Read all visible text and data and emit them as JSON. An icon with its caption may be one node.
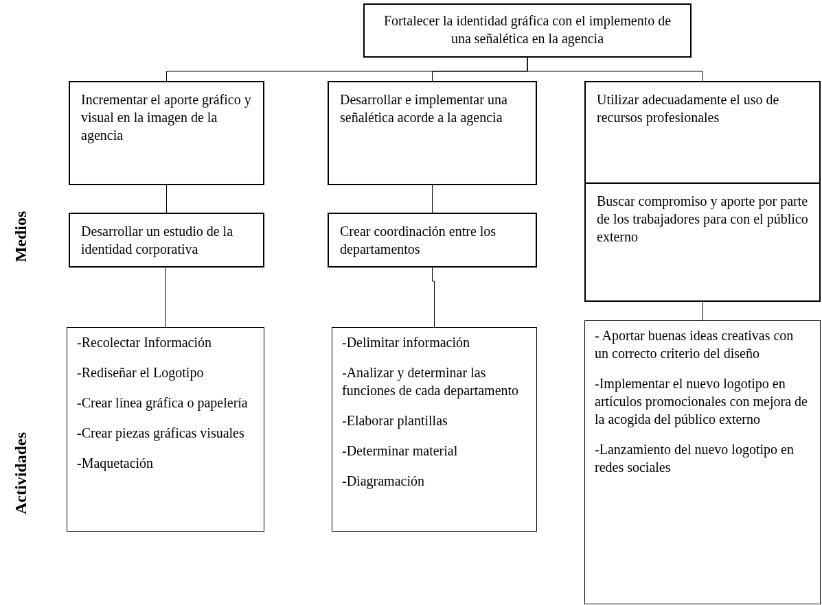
{
  "diagram": {
    "nodes": [
      {
        "text": [
          "Fortalecer la identidad gráfica con el implemento de una señalética en la agencia"
        ]
      },
      {
        "text": [
          "Incrementar el aporte gráfico y visual en la imagen de la agencia"
        ]
      },
      {
        "text": [
          "Desarrollar e implementar una señalética acorde a la agencia"
        ]
      },
      {
        "text": [
          "Utilizar adecuadamente el uso de recursos profesionales"
        ]
      },
      {
        "text": [
          "Desarrollar un estudio de la identidad corporativa"
        ]
      },
      {
        "text": [
          "Crear coordinación entre los departamentos"
        ]
      },
      {
        "text": [
          "Buscar compromiso y aporte por parte de los trabajadores para con el público externo"
        ]
      },
      {
        "text": [
          "-Recolectar Información",
          "-Rediseñar el Logotipo",
          "-Crear línea gráfica o papelería",
          "-Crear piezas gráficas visuales",
          "-Maquetación"
        ]
      },
      {
        "text": [
          "-Delimitar información",
          "-Analizar y determinar las funciones de cada departamento",
          "-Elaborar plantillas",
          "-Determinar material",
          "-Diagramación"
        ]
      },
      {
        "text": [
          "- Aportar buenas ideas creativas con un correcto criterio del diseño",
          "-Implementar el nuevo logotipo en artículos promocionales con mejora de la acogida del público externo",
          "-Lanzamiento del nuevo logotipo en redes sociales"
        ]
      }
    ],
    "edges": [
      {
        "from": 0,
        "to": 1,
        "arrow": "none"
      },
      {
        "from": 0,
        "to": 2,
        "arrow": "none"
      },
      {
        "from": 0,
        "to": 3,
        "arrow": "none"
      },
      {
        "from": 1,
        "to": 4,
        "arrow": "none"
      },
      {
        "from": 2,
        "to": 5,
        "arrow": "none"
      },
      {
        "from": 4,
        "to": 7,
        "arrow": "none"
      },
      {
        "from": 5,
        "to": 8,
        "arrow": "none"
      },
      {
        "from": 6,
        "to": 9,
        "arrow": "none"
      }
    ],
    "labels": [
      "Medios",
      "Actividades"
    ]
  }
}
